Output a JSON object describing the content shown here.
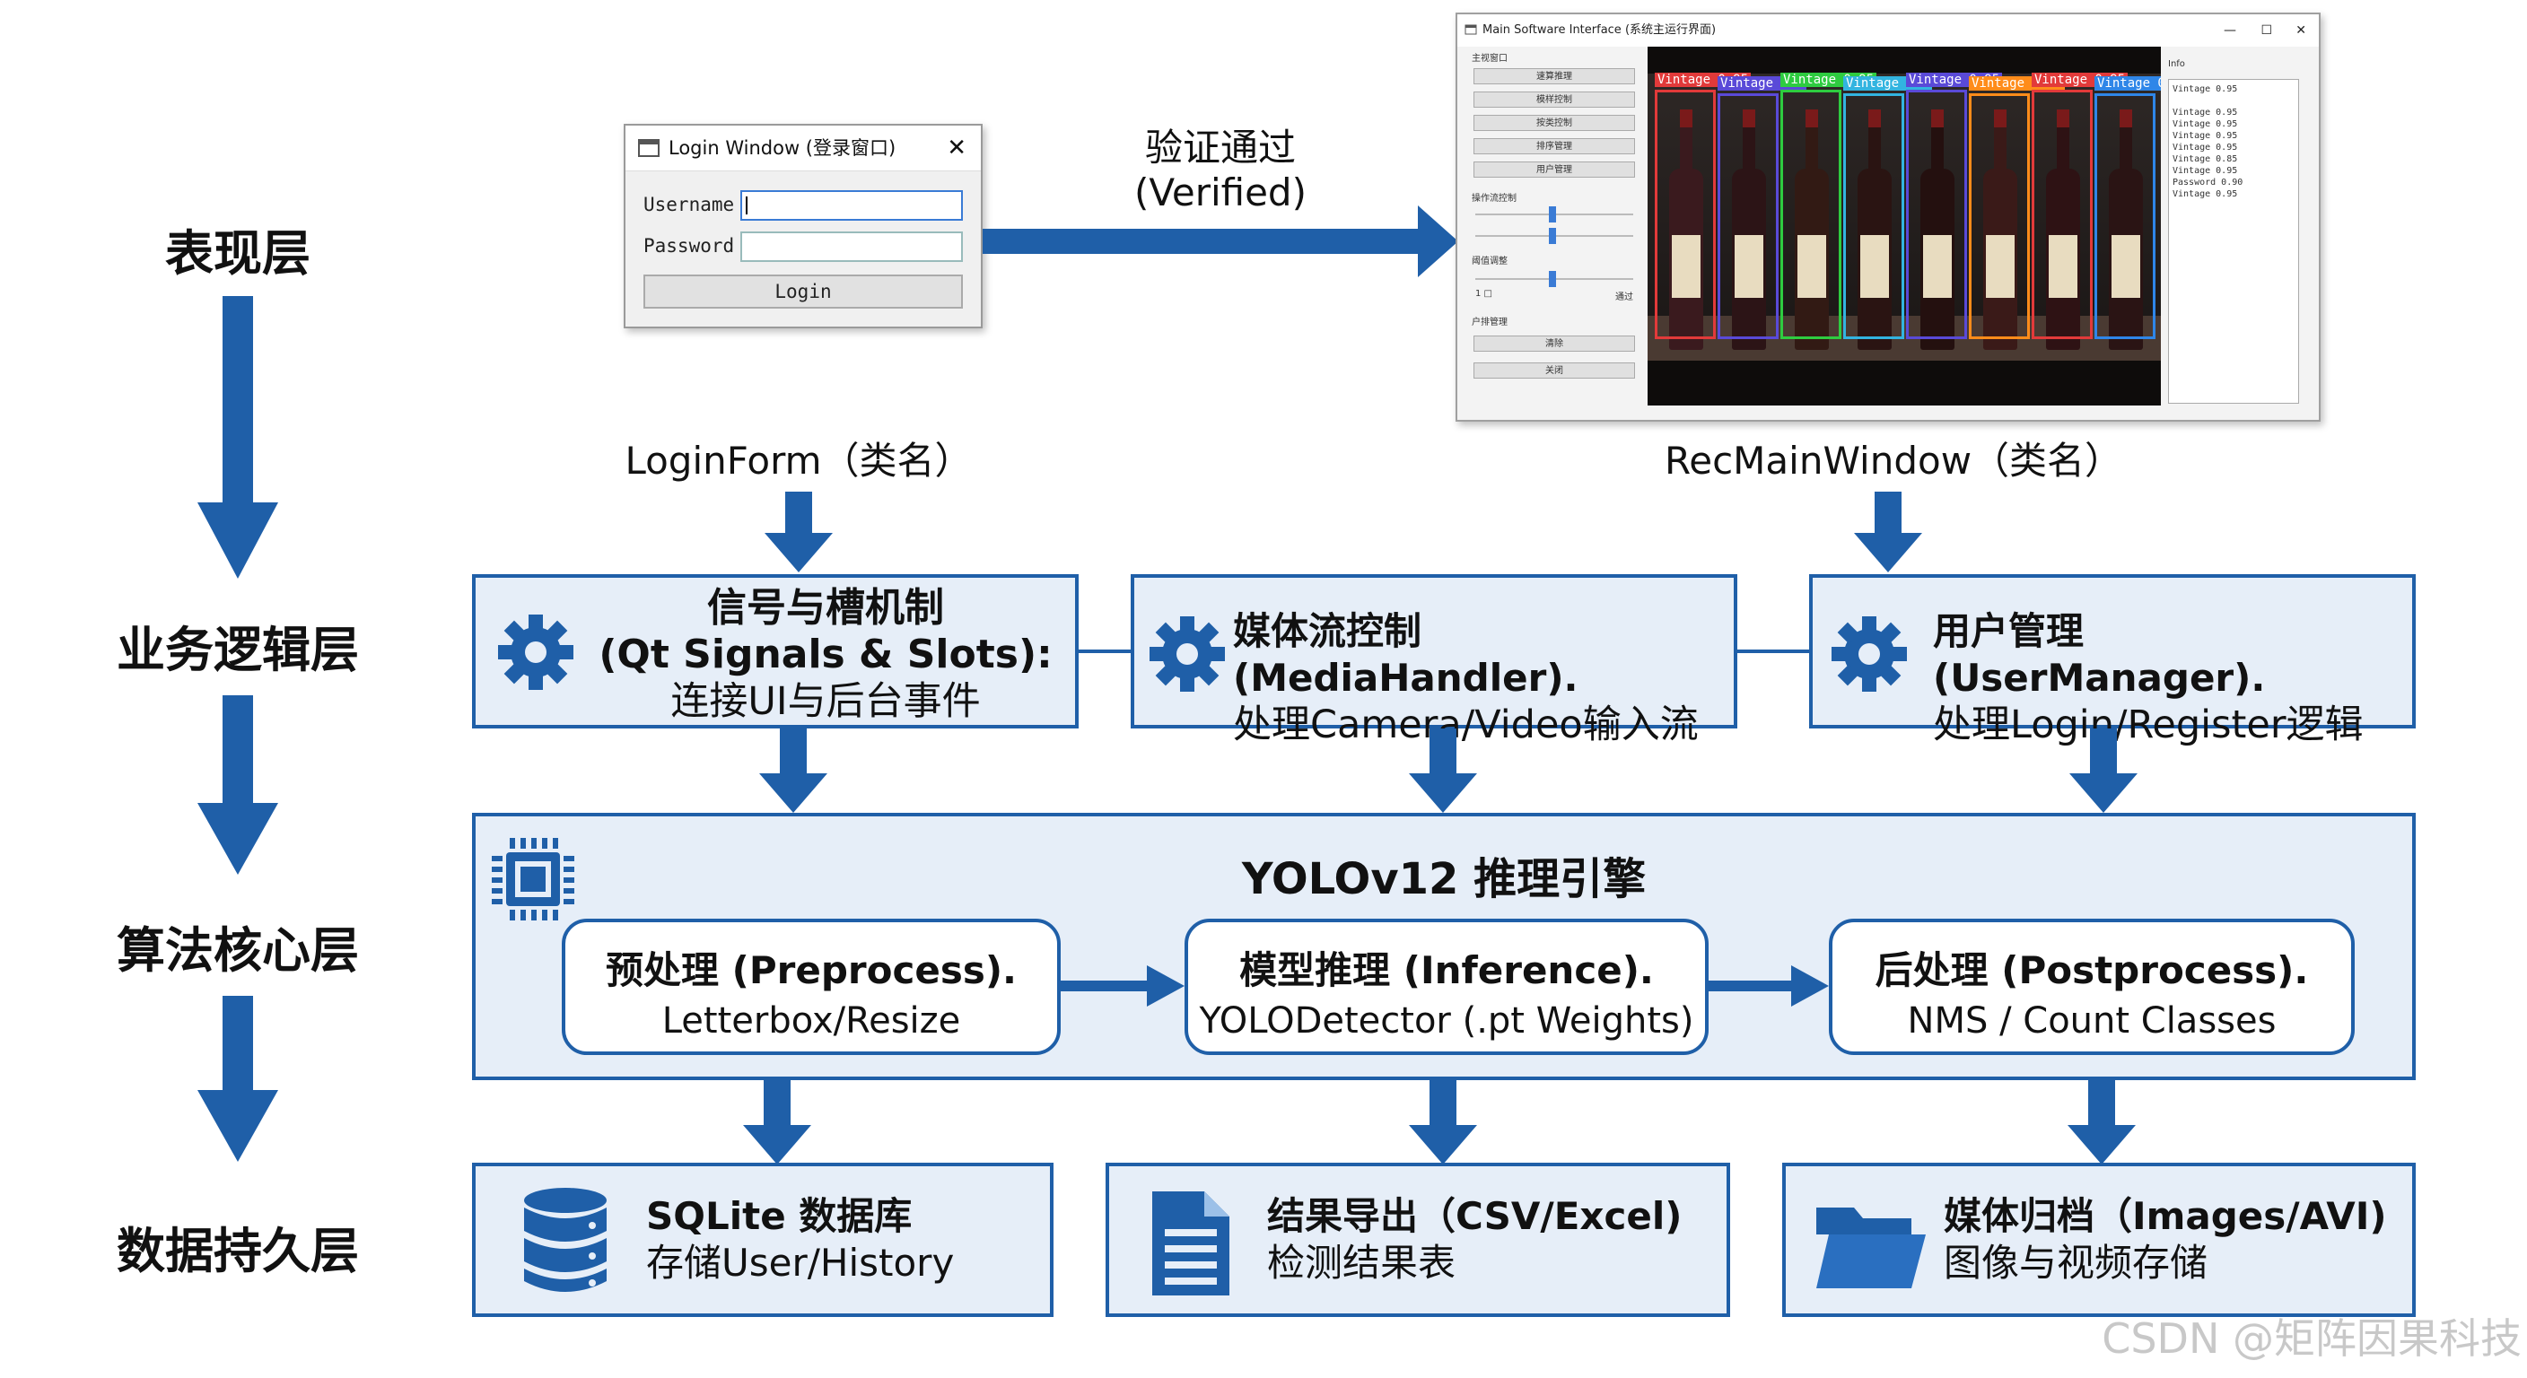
{
  "layers": {
    "presentation": "表现层",
    "business": "业务逻辑层",
    "algorithm": "算法核心层",
    "persistence": "数据持久层"
  },
  "login_window": {
    "title": "Login Window (登录窗口)",
    "username_label": "Username",
    "password_label": "Password",
    "login_button": "Login"
  },
  "verified_label_cn": "验证通过",
  "verified_label_en": "(Verified)",
  "main_window": {
    "title": "Main Software Interface (系统主运行界面)",
    "sidebar_header": "主视窗口",
    "sidebar_buttons": [
      "速算推理",
      "模样控制",
      "按类控制",
      "排序管理",
      "用户管理"
    ],
    "section_1": "操作流控制",
    "section_2": "阈值调整",
    "slider_left": "1 □",
    "slider_right": "通过",
    "section_3": "户排管理",
    "bottom_buttons": [
      "清除",
      "关闭"
    ],
    "info_header": "Info",
    "info_lines": [
      "Vintage 0.95",
      "",
      "Vintage 0.95",
      "Vintage 0.95",
      "Vintage 0.95",
      "Vintage 0.95",
      "Vintage 0.85",
      "Vintage 0.95",
      "Password 0.90",
      "Vintage 0.95"
    ],
    "detections": [
      "Vintage 0.95",
      "Vintage 0.9",
      "Vintage 0.95",
      "Vintage 0.9",
      "Vintage 0.95",
      "Vintage 0.95",
      "Vintage 0.95",
      "Vintage 0.9"
    ]
  },
  "class_labels": {
    "login_form": "LoginForm（类名）",
    "rec_main_window": "RecMainWindow（类名）"
  },
  "business": {
    "signals": {
      "title": "信号与槽机制",
      "subtitle": "(Qt Signals & Slots):",
      "desc": "连接UI与后台事件"
    },
    "media": {
      "title": "媒体流控制 (MediaHandler).",
      "desc": "处理Camera/Video输入流"
    },
    "user": {
      "title": "用户管理 (UserManager).",
      "desc": "处理Login/Register逻辑"
    }
  },
  "engine": {
    "title": "YOLOv12 推理引擎",
    "preprocess": {
      "title": "预处理 (Preprocess).",
      "desc": "Letterbox/Resize"
    },
    "inference": {
      "title": "模型推理 (Inference).",
      "desc": "YOLODetector (.pt Weights)"
    },
    "postprocess": {
      "title": "后处理 (Postprocess).",
      "desc": "NMS / Count Classes"
    }
  },
  "storage": {
    "sqlite": {
      "title": "SQLite 数据库",
      "desc": "存储User/History"
    },
    "export": {
      "title": "结果导出（CSV/Excel)",
      "desc": "检测结果表"
    },
    "media": {
      "title": "媒体归档（Images/AVI)",
      "desc": "图像与视频存储"
    }
  },
  "watermark": "CSDN @矩阵因果科技",
  "colors": {
    "arrow": "#1f5fa8",
    "box_fill": "#e6eef8",
    "box_border": "#1f5fa8"
  }
}
